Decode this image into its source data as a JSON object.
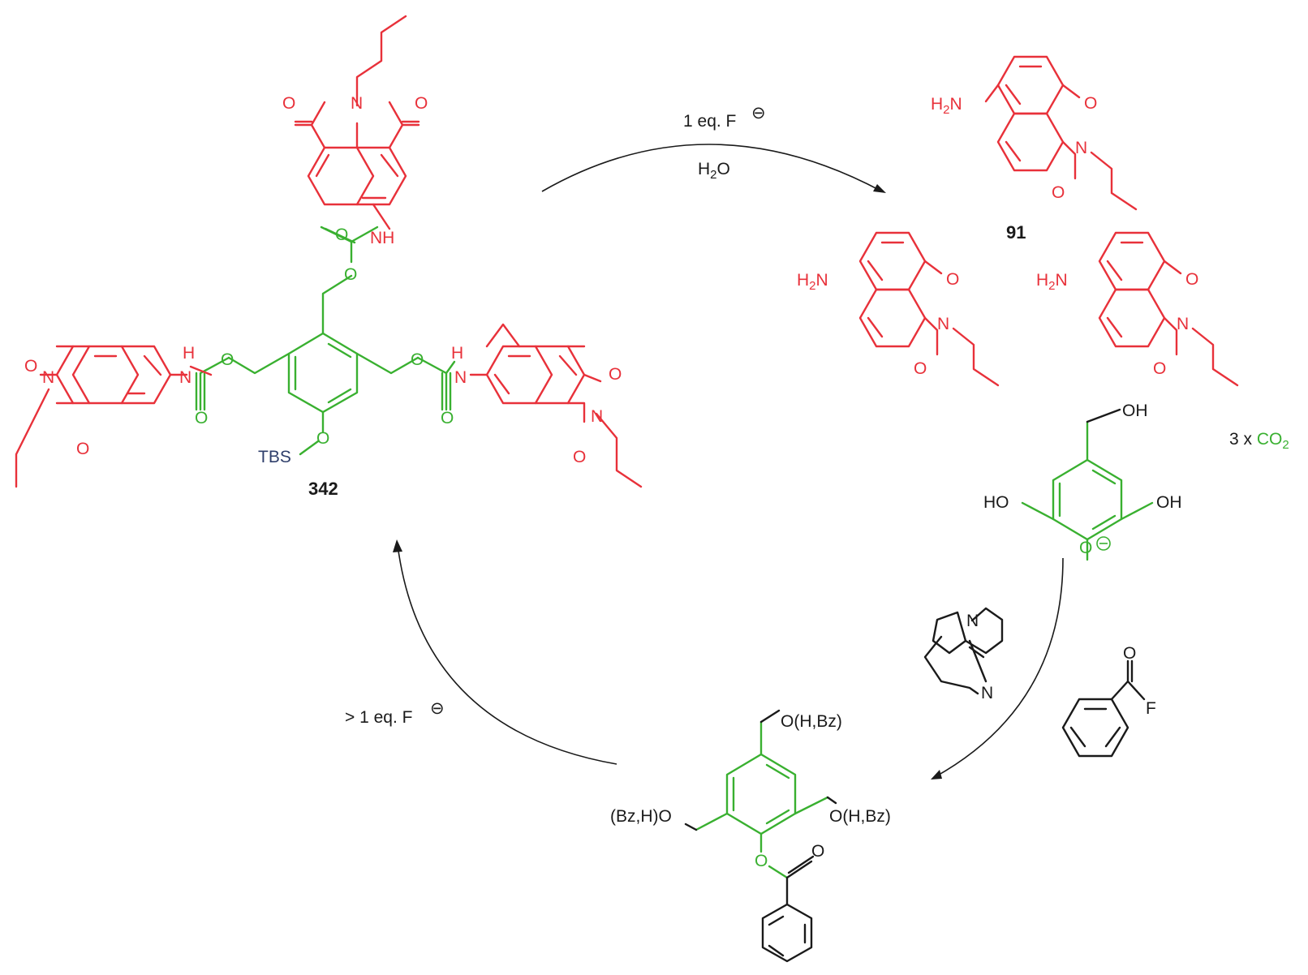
{
  "scheme": {
    "colors": {
      "fluorophore": "#e8313a",
      "linker": "#39b030",
      "reagent": "#1a1a1a",
      "protecting_group": "#2f3f6b"
    },
    "compounds": {
      "probe": {
        "id": "342"
      },
      "released_dye": {
        "id": "91"
      }
    },
    "atoms": {
      "N": "N",
      "O": "O",
      "NH": "NH",
      "H": "H",
      "F": "F",
      "H2N_main": "H",
      "H2N_sub": "2",
      "H2N_tail": "N",
      "OH": "OH",
      "HO": "HO",
      "O_minus": "O"
    },
    "labels": {
      "tbs": "TBS",
      "obz": "O(H,Bz)",
      "bzo": "(Bz,H)O"
    },
    "conditions": {
      "top_reagent": "1 eq. F",
      "top_reagent_charge": "⊖",
      "top_solvent_main": "H",
      "top_solvent_sub": "2",
      "top_solvent_tail": "O",
      "left_reagent": "> 1 eq. F",
      "left_reagent_charge": "⊖"
    },
    "byproduct": {
      "prefix": "3 x ",
      "co2_main": "CO",
      "co2_sub": "2"
    }
  }
}
